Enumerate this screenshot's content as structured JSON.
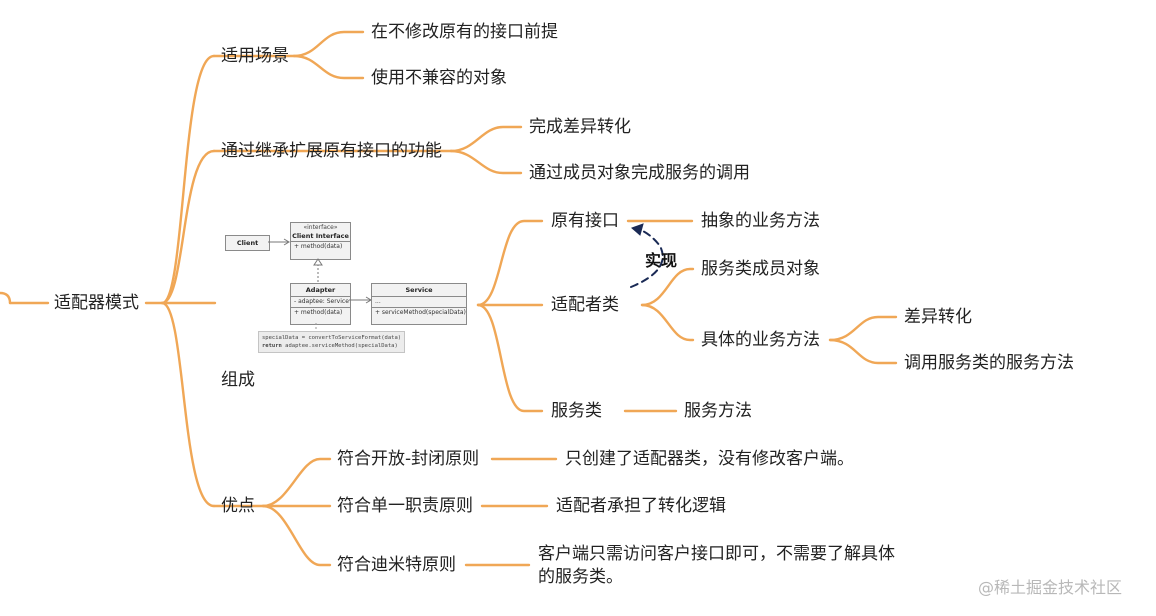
{
  "colors": {
    "branch": "#f0a756",
    "accent": "#1a2a55"
  },
  "root": "适配器模式",
  "scenarios": {
    "label": "适用场景",
    "items": [
      "在不修改原有的接口前提",
      "使用不兼容的对象"
    ]
  },
  "inherit": {
    "label": "通过继承扩展原有接口的功能",
    "items": [
      "完成差异转化",
      "通过成员对象完成服务的调用"
    ]
  },
  "composition": {
    "label": "组成",
    "original": {
      "label": "原有接口",
      "child": "抽象的业务方法"
    },
    "implements_label": "实现",
    "adapter": {
      "label": "适配者类",
      "child1": "服务类成员对象",
      "child2": "具体的业务方法",
      "grandchildren": [
        "差异转化",
        "调用服务类的服务方法"
      ]
    },
    "service": {
      "label": "服务类",
      "child": "服务方法"
    }
  },
  "uml": {
    "client": "Client",
    "interface_stereotype": "«interface»",
    "interface_name": "Client Interface",
    "interface_method": "+ method(data)",
    "adapter_name": "Adapter",
    "adapter_field": "- adaptee: Service",
    "adapter_method": "+ method(data)",
    "service_name": "Service",
    "service_field": "...",
    "service_method": "+ serviceMethod(specialData)",
    "note_line1": "specialData = convertToServiceFormat(data)",
    "note_line2_kw": "return",
    "note_line2": " adaptee.serviceMethod(specialData)"
  },
  "pros": {
    "label": "优点",
    "items": [
      {
        "label": "符合开放-封闭原则",
        "desc": "只创建了适配器类，没有修改客户端。"
      },
      {
        "label": "符合单一职责原则",
        "desc": "适配者承担了转化逻辑"
      },
      {
        "label": "符合迪米特原则",
        "desc_line1": "客户端只需访问客户接口即可，不需要了解具体",
        "desc_line2": "的服务类。"
      }
    ]
  },
  "watermark": "@稀土掘金技术社区"
}
